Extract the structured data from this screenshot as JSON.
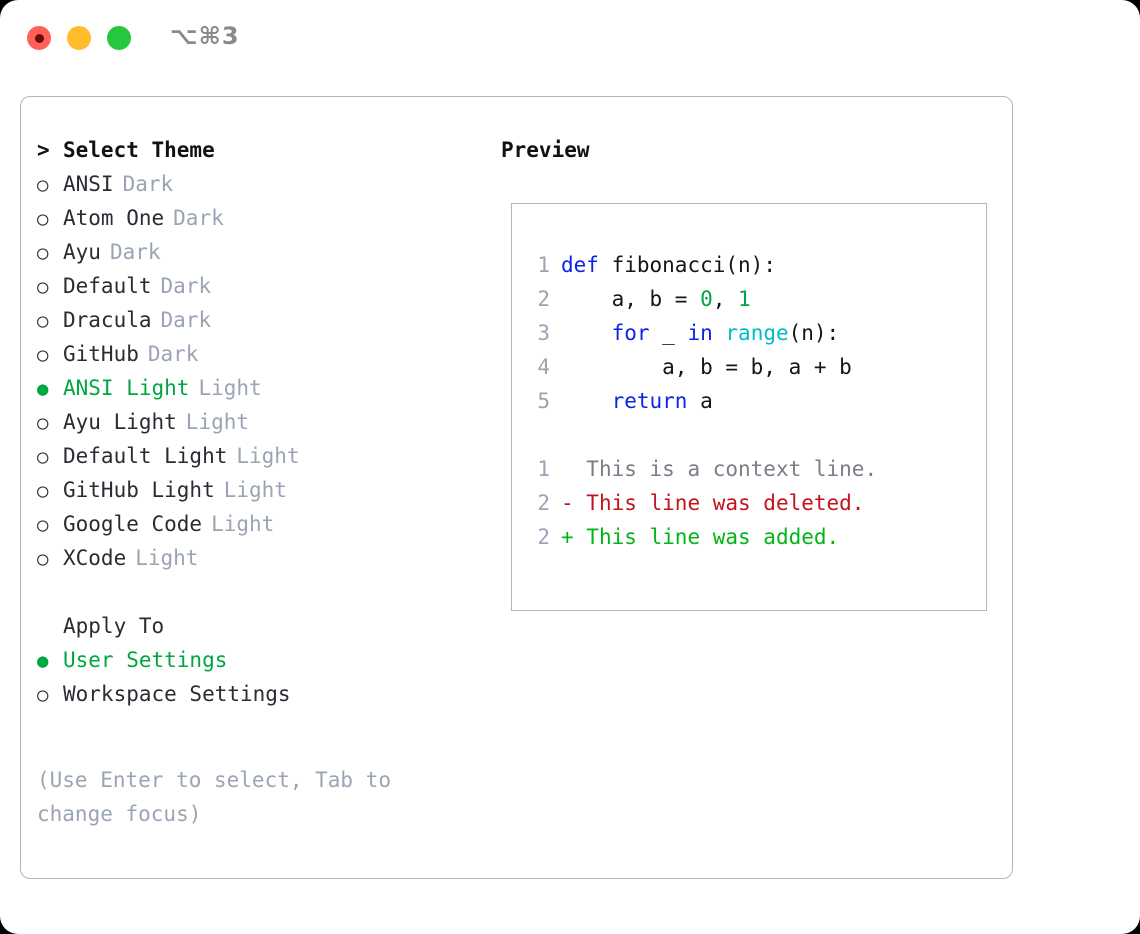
{
  "window": {
    "shortcut_label": "⌥⌘3",
    "traffic_lights": [
      {
        "name": "close",
        "color": "#FF6159"
      },
      {
        "name": "minimize",
        "color": "#FFBD2E"
      },
      {
        "name": "maximize",
        "color": "#25C73F"
      }
    ]
  },
  "theme_picker": {
    "header_marker": ">",
    "header_label": "Select Theme",
    "marker_off": "○",
    "marker_on": "●",
    "items": [
      {
        "name": "ANSI",
        "variant": "Dark",
        "selected": false
      },
      {
        "name": "Atom One",
        "variant": "Dark",
        "selected": false
      },
      {
        "name": "Ayu",
        "variant": "Dark",
        "selected": false
      },
      {
        "name": "Default",
        "variant": "Dark",
        "selected": false
      },
      {
        "name": "Dracula",
        "variant": "Dark",
        "selected": false
      },
      {
        "name": "GitHub",
        "variant": "Dark",
        "selected": false
      },
      {
        "name": "ANSI Light",
        "variant": "Light",
        "selected": true
      },
      {
        "name": "Ayu Light",
        "variant": "Light",
        "selected": false
      },
      {
        "name": "Default Light",
        "variant": "Light",
        "selected": false
      },
      {
        "name": "GitHub Light",
        "variant": "Light",
        "selected": false
      },
      {
        "name": "Google Code",
        "variant": "Light",
        "selected": false
      },
      {
        "name": "XCode",
        "variant": "Light",
        "selected": false
      }
    ]
  },
  "apply_to": {
    "header_label": "Apply To",
    "items": [
      {
        "name": "User Settings",
        "selected": true
      },
      {
        "name": "Workspace Settings",
        "selected": false
      }
    ]
  },
  "hint": {
    "text": "(Use Enter to select, Tab to change focus)"
  },
  "preview": {
    "title": "Preview",
    "code_lines": [
      {
        "num": "1",
        "tokens": [
          {
            "t": "def",
            "k": "kw"
          },
          {
            "t": " ",
            "k": "punc"
          },
          {
            "t": "fibonacci",
            "k": "id"
          },
          {
            "t": "(n):",
            "k": "punc"
          }
        ]
      },
      {
        "num": "2",
        "tokens": [
          {
            "t": "    a, b = ",
            "k": "id"
          },
          {
            "t": "0",
            "k": "num"
          },
          {
            "t": ", ",
            "k": "punc"
          },
          {
            "t": "1",
            "k": "num"
          }
        ]
      },
      {
        "num": "3",
        "tokens": [
          {
            "t": "    ",
            "k": "punc"
          },
          {
            "t": "for",
            "k": "kw"
          },
          {
            "t": " _ ",
            "k": "id"
          },
          {
            "t": "in",
            "k": "kw"
          },
          {
            "t": " ",
            "k": "punc"
          },
          {
            "t": "range",
            "k": "fn"
          },
          {
            "t": "(n):",
            "k": "punc"
          }
        ]
      },
      {
        "num": "4",
        "tokens": [
          {
            "t": "        a, b = b, a + b",
            "k": "id"
          }
        ]
      },
      {
        "num": "5",
        "tokens": [
          {
            "t": "    ",
            "k": "punc"
          },
          {
            "t": "return",
            "k": "kw"
          },
          {
            "t": " a",
            "k": "id"
          }
        ]
      }
    ],
    "diff_lines": [
      {
        "num": "1",
        "sign": " ",
        "text": "This is a context line.",
        "kind": "ctx"
      },
      {
        "num": "2",
        "sign": "-",
        "text": "This line was deleted.",
        "kind": "del"
      },
      {
        "num": "2",
        "sign": "+",
        "text": "This line was added.",
        "kind": "add"
      }
    ]
  },
  "colors": {
    "accent_green": "#00A63F",
    "dim": "#9BA4B4",
    "border": "#AEB6C2",
    "keyword_blue": "#0C24E8",
    "function_cyan": "#00BCC8",
    "diff_delete_red": "#C4131B",
    "diff_add_green": "#00B515"
  }
}
